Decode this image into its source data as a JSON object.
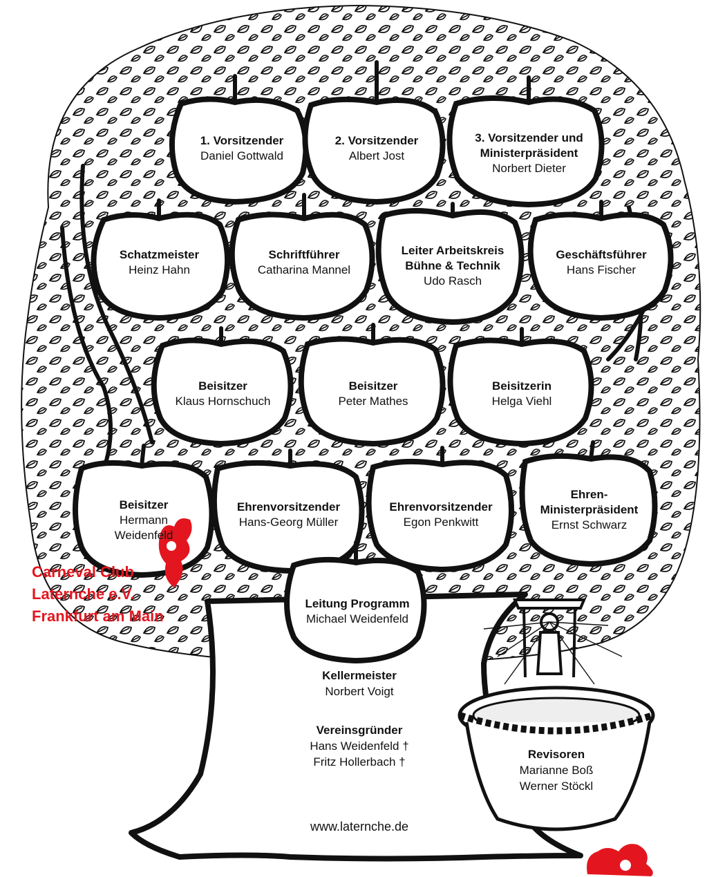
{
  "apples": [
    {
      "role": "1. Vorsitzender",
      "names": [
        "Daniel Gottwald"
      ]
    },
    {
      "role": "2. Vorsitzender",
      "names": [
        "Albert Jost"
      ]
    },
    {
      "role": "3. Vorsitzender und Ministerpräsident",
      "names": [
        "Norbert Dieter"
      ]
    },
    {
      "role": "Schatzmeister",
      "names": [
        "Heinz Hahn"
      ]
    },
    {
      "role": "Schriftführer",
      "names": [
        "Catharina Mannel"
      ]
    },
    {
      "role": "Leiter Arbeitskreis Bühne & Technik",
      "names": [
        "Udo Rasch"
      ]
    },
    {
      "role": "Geschäftsführer",
      "names": [
        "Hans Fischer"
      ]
    },
    {
      "role": "Beisitzer",
      "names": [
        "Klaus Hornschuch"
      ]
    },
    {
      "role": "Beisitzer",
      "names": [
        "Peter Mathes"
      ]
    },
    {
      "role": "Beisitzerin",
      "names": [
        "Helga Viehl"
      ]
    },
    {
      "role": "Beisitzer",
      "names": [
        "Hermann Weidenfeld"
      ]
    },
    {
      "role": "Ehrenvorsitzender",
      "names": [
        "Hans-Georg Müller"
      ]
    },
    {
      "role": "Ehrenvorsitzender",
      "names": [
        "Egon Penkwitt"
      ]
    },
    {
      "role": "Ehren-Ministerpräsident",
      "names": [
        "Ernst Schwarz"
      ]
    },
    {
      "role": "Leitung Programm",
      "names": [
        "Michael Weidenfeld"
      ]
    }
  ],
  "trunk": {
    "kellermeister": {
      "role": "Kellermeister",
      "names": [
        "Norbert Voigt"
      ]
    },
    "gruender": {
      "role": "Vereinsgründer",
      "names": [
        "Hans Weidenfeld †",
        "Fritz Hollerbach †"
      ]
    }
  },
  "basket": {
    "role": "Revisoren",
    "names": [
      "Marianne Boß",
      "Werner Stöckl"
    ]
  },
  "club": {
    "line1": "Carneval Club",
    "line2": "Laternche e.V.",
    "line3": "Frankfurt am Main"
  },
  "website": "www.laternche.de",
  "colors": {
    "club_red": "#e3161f",
    "ink": "#111111"
  },
  "icons": [
    "jester-logo-icon",
    "jester-logo-small-icon",
    "lantern-icon",
    "basket-icon"
  ]
}
